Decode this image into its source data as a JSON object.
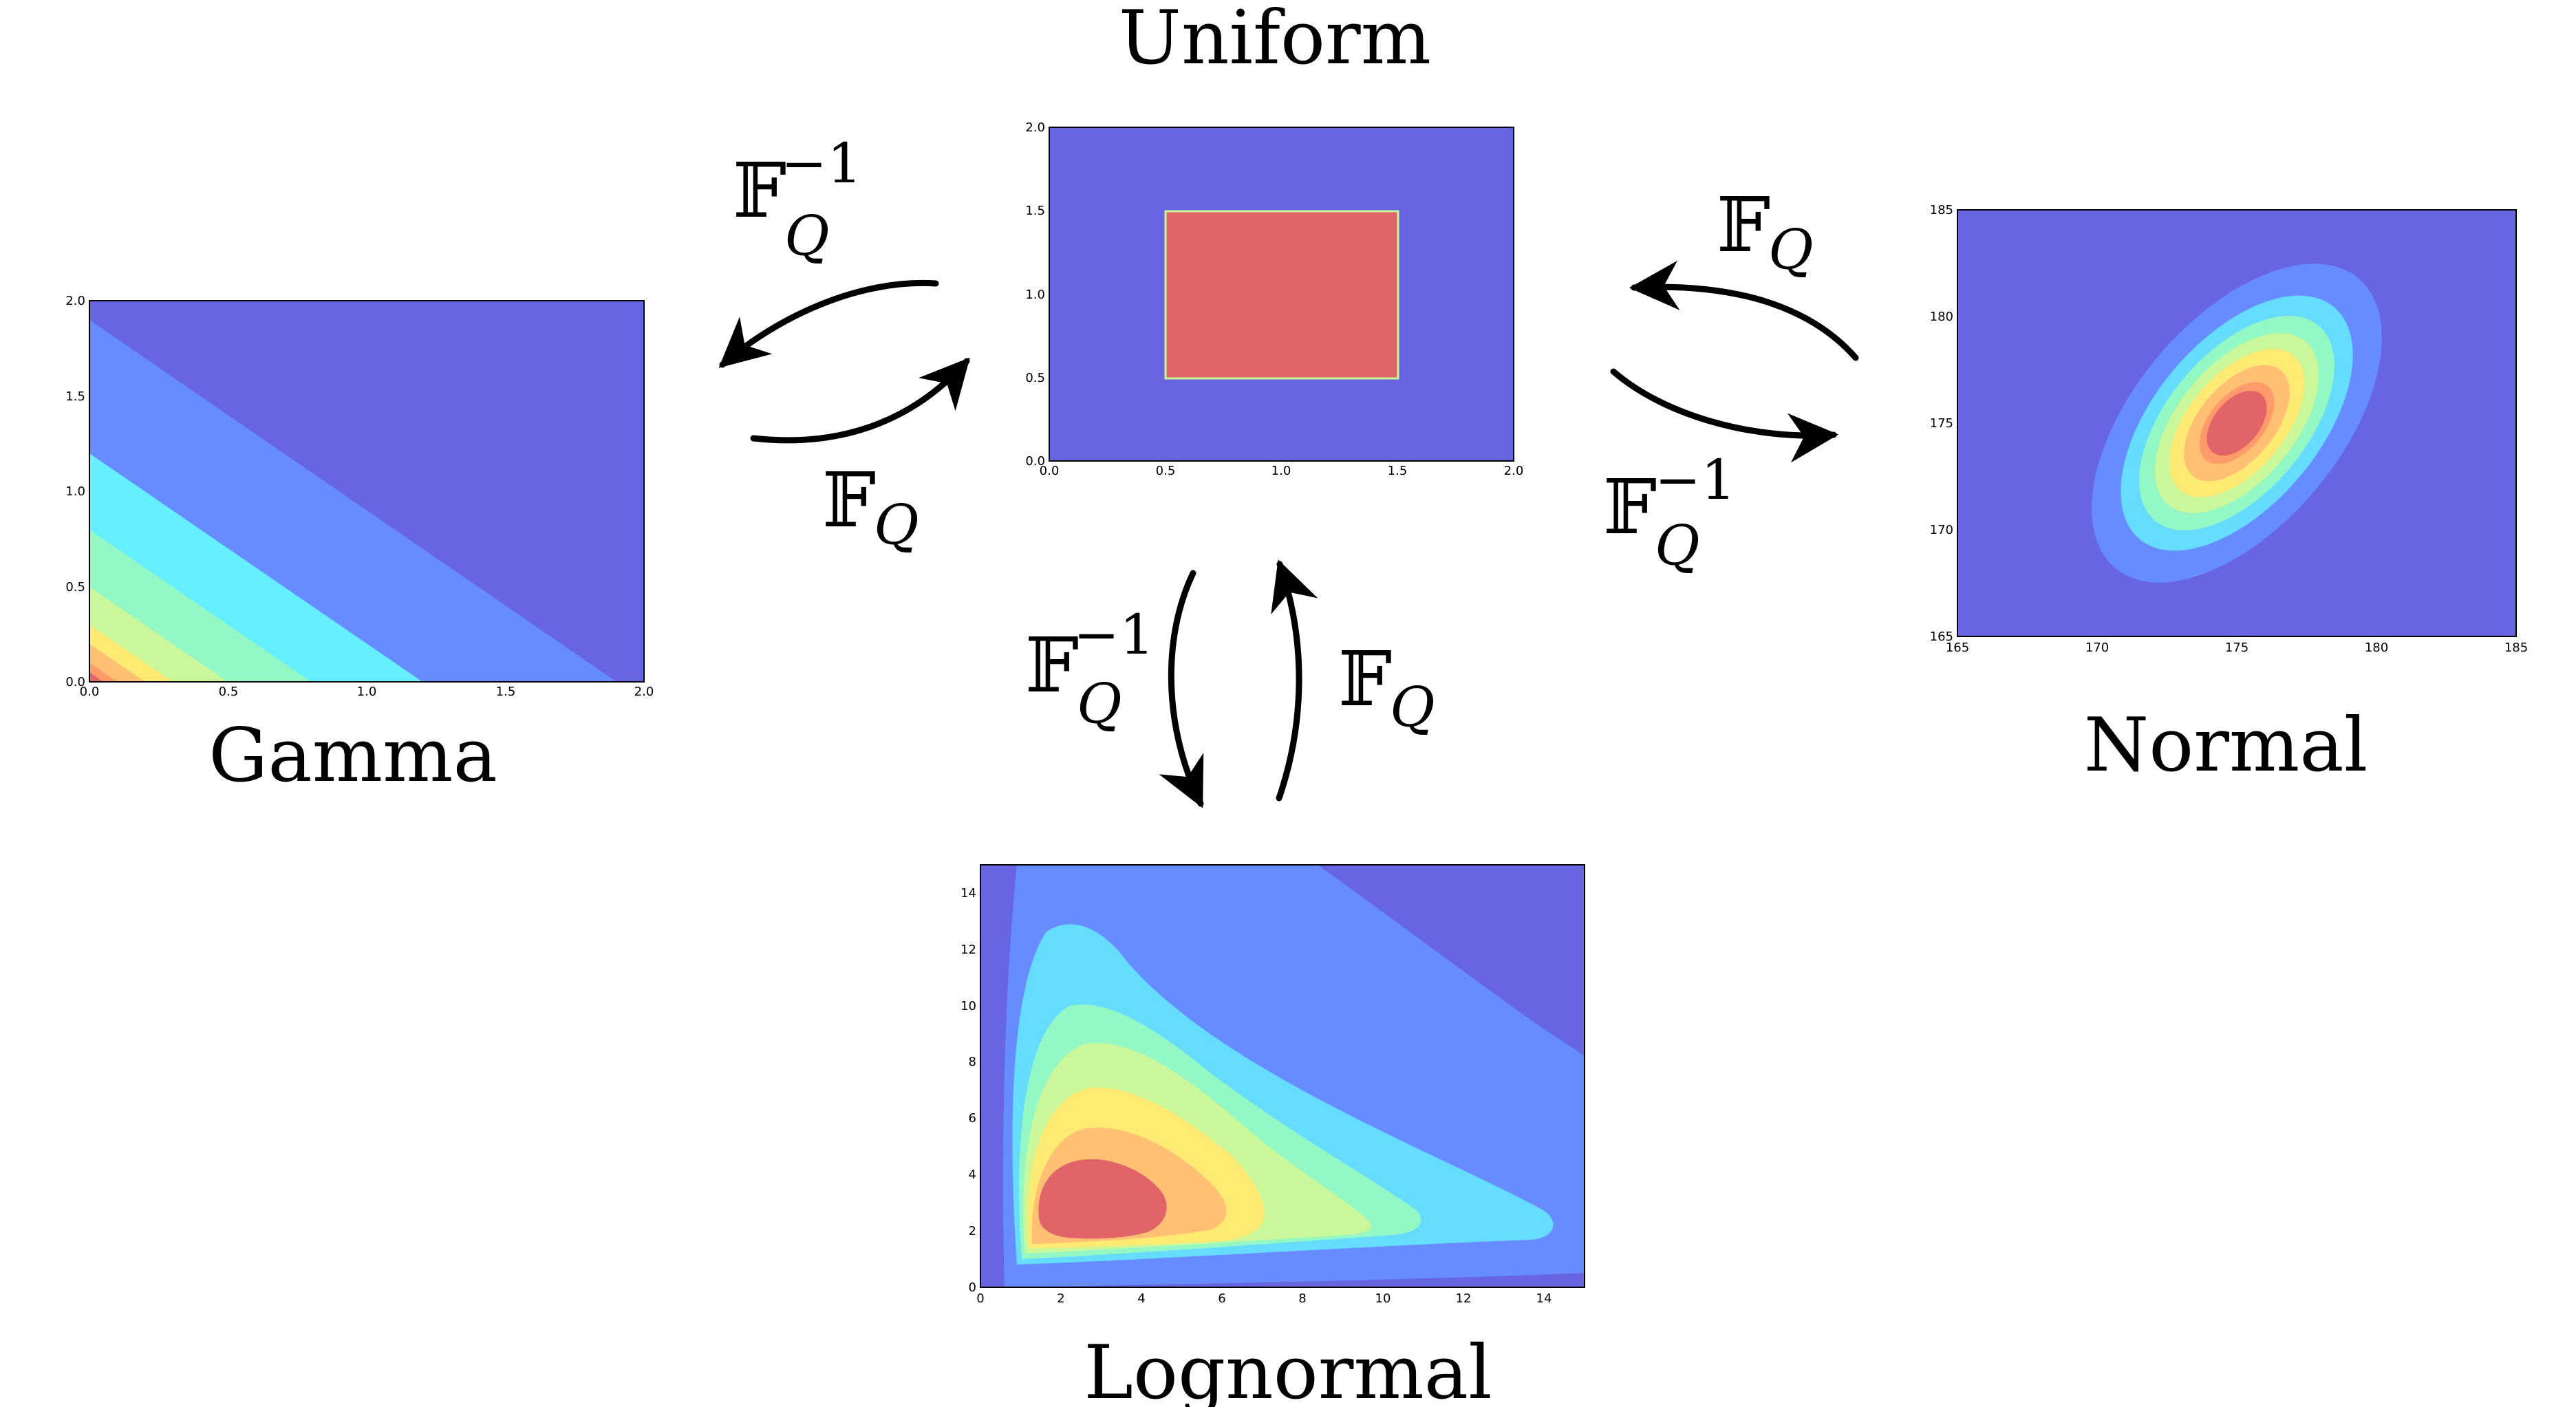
{
  "colors": {
    "c0": "#6766e0",
    "c1": "#668cff",
    "c2": "#66dcff",
    "c3": "#66f0ff",
    "c4": "#94f8c4",
    "c5": "#c9f79a",
    "c6": "#ffea74",
    "c7": "#ffc074",
    "c8": "#ff9a6a",
    "c9": "#e06468"
  },
  "operators": {
    "forward": {
      "base": "𝔽",
      "sub": "Q"
    },
    "inverse": {
      "base": "𝔽",
      "sub": "Q",
      "sup": "−1"
    }
  },
  "chart_data": [
    {
      "id": "uniform",
      "type": "contour",
      "title": "Uniform",
      "xlim": [
        0.0,
        2.0
      ],
      "ylim": [
        0.0,
        2.0
      ],
      "xticks": [
        "0.0",
        "0.5",
        "1.0",
        "1.5",
        "2.0"
      ],
      "yticks": [
        "0.0",
        "0.5",
        "1.0",
        "1.5",
        "2.0"
      ],
      "support": {
        "x": [
          0.5,
          1.5
        ],
        "y": [
          0.5,
          1.5
        ]
      }
    },
    {
      "id": "gamma",
      "type": "contour",
      "title": "Gamma",
      "xlim": [
        0.0,
        2.0
      ],
      "ylim": [
        0.0,
        2.0
      ],
      "xticks": [
        "0.0",
        "0.5",
        "1.0",
        "1.5",
        "2.0"
      ],
      "yticks": [
        "0.0",
        "0.5",
        "1.0",
        "1.5",
        "2.0"
      ],
      "levels_xplusy": [
        0.1,
        0.2,
        0.3,
        0.5,
        0.8,
        1.2,
        1.9
      ]
    },
    {
      "id": "normal",
      "type": "contour",
      "title": "Normal",
      "xlim": [
        165,
        185
      ],
      "ylim": [
        165,
        185
      ],
      "xticks": [
        "165",
        "170",
        "175",
        "180",
        "185"
      ],
      "yticks": [
        "165",
        "170",
        "175",
        "180",
        "185"
      ],
      "mean": [
        175,
        175
      ],
      "std": [
        3,
        3
      ],
      "correlation": 0.6
    },
    {
      "id": "lognormal",
      "type": "contour",
      "title": "Lognormal",
      "xlim": [
        0,
        15
      ],
      "ylim": [
        0,
        15
      ],
      "xticks": [
        "0",
        "2",
        "4",
        "6",
        "8",
        "10",
        "12",
        "14"
      ],
      "yticks": [
        "0",
        "2",
        "4",
        "6",
        "8",
        "10",
        "12",
        "14"
      ],
      "mode": [
        2.8,
        3.0
      ]
    }
  ]
}
